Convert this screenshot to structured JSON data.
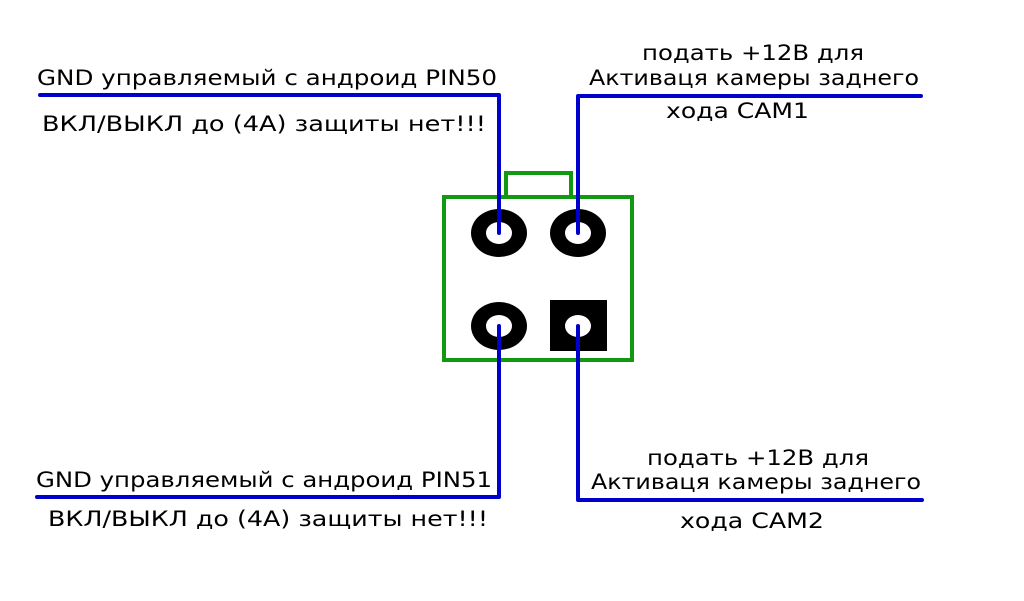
{
  "diagram": {
    "type": "connector-pinout",
    "colors": {
      "wire": "#0000cc",
      "connector_outline": "#119911",
      "pad": "#000000",
      "text": "#000000",
      "background": "#ffffff"
    },
    "labels": {
      "pin50": {
        "line1": "GND управляемый с андроид PIN50",
        "line2": "ВКЛ/ВЫКЛ до (4А) защиты нет!!!"
      },
      "cam1": {
        "line1": "подать +12В для",
        "line2": "Активаця камеры заднего",
        "line3": "хода CAM1"
      },
      "pin51": {
        "line1": "GND управляемый с андроид PIN51",
        "line2": "ВКЛ/ВЫКЛ до (4А) защиты нет!!!"
      },
      "cam2": {
        "line1": "подать +12В для",
        "line2": "Активаця камеры заднего",
        "line3": "хода CAM2"
      }
    },
    "pins": [
      {
        "id": "top-left",
        "pad": "round",
        "connects_to": "pin50"
      },
      {
        "id": "top-right",
        "pad": "round",
        "connects_to": "cam1"
      },
      {
        "id": "bottom-left",
        "pad": "round",
        "connects_to": "pin51"
      },
      {
        "id": "bottom-right",
        "pad": "square",
        "connects_to": "cam2"
      }
    ]
  }
}
